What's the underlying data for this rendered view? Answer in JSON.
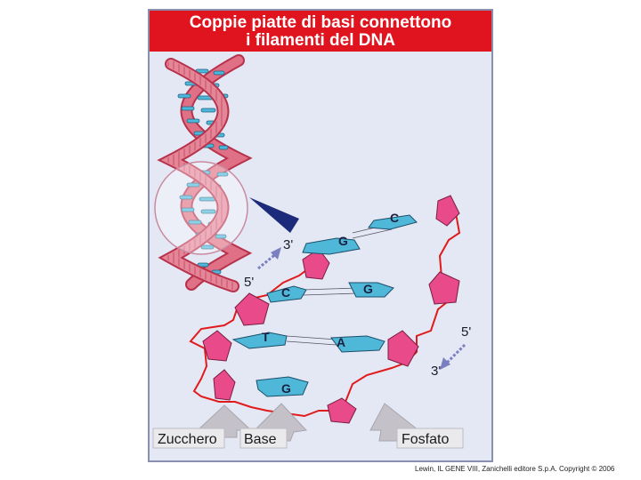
{
  "title": {
    "line1": "Coppie piatte di basi connettono",
    "line2": "i filamenti del DNA"
  },
  "bases": {
    "c_top": "C",
    "g_top": "G",
    "c_mid": "C",
    "g_mid": "G",
    "t": "T",
    "a": "A",
    "g_bot": "G"
  },
  "ends": {
    "left_3": "3'",
    "left_5": "5'",
    "right_5": "5'",
    "right_3": "3'"
  },
  "legend": {
    "sugar": "Zucchero",
    "base": "Base",
    "phosphate": "Fosfato"
  },
  "credit": "Lewin, IL GENE VIII, Zanichelli editore S.p.A. Copyright © 2006",
  "colors": {
    "title_bg": "#e0141e",
    "backbone": "#e11b1b",
    "sugar": "#e84a8a",
    "base": "#4fb8d8",
    "helix": "#d9415a",
    "panel": "#e4e7f4"
  }
}
